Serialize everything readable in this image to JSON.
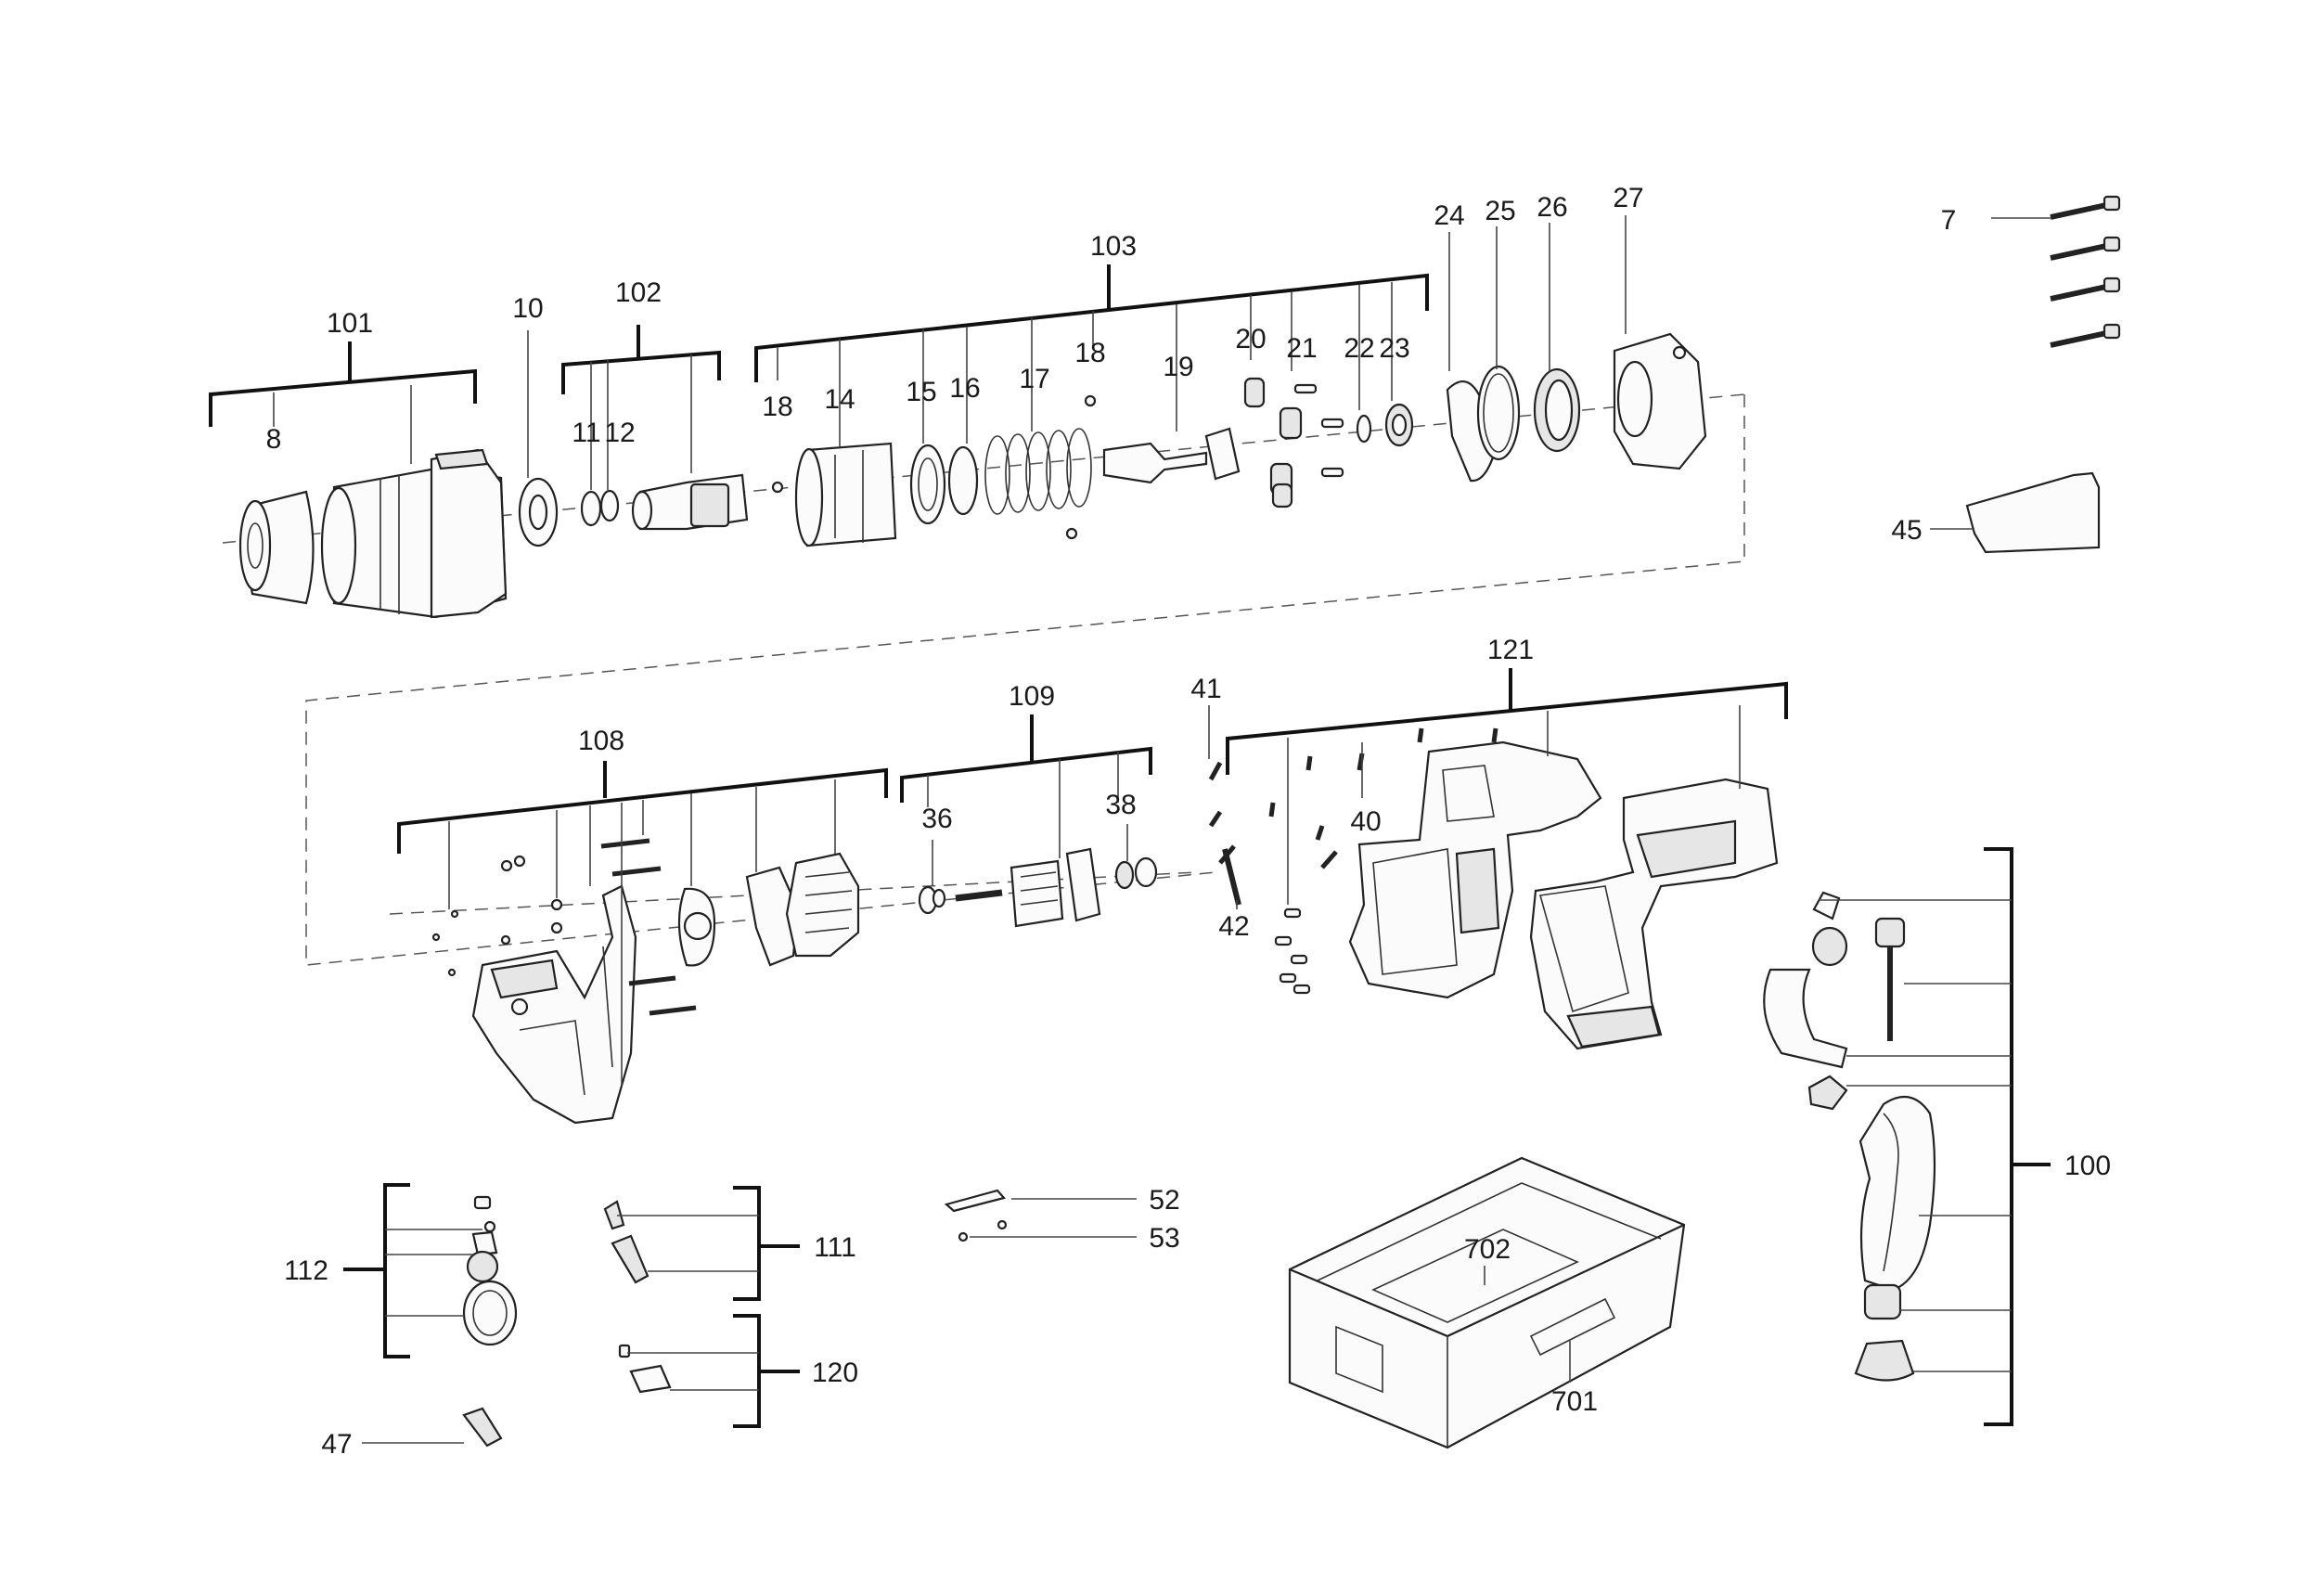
{
  "part_numbers": {
    "p7": "7",
    "p8": "8",
    "p10": "10",
    "p11": "11",
    "p12": "12",
    "p14": "14",
    "p15": "15",
    "p16": "16",
    "p17": "17",
    "p18a": "18",
    "p18b": "18",
    "p19": "19",
    "p20": "20",
    "p21": "21",
    "p22": "22",
    "p23": "23",
    "p24": "24",
    "p25": "25",
    "p26": "26",
    "p27": "27",
    "p36": "36",
    "p38": "38",
    "p40": "40",
    "p41": "41",
    "p42": "42",
    "p45": "45",
    "p47": "47",
    "p52": "52",
    "p53": "53",
    "p100": "100",
    "p101": "101",
    "p102": "102",
    "p103": "103",
    "p108": "108",
    "p109": "109",
    "p111": "111",
    "p112": "112",
    "p120": "120",
    "p121": "121",
    "p701": "701",
    "p702": "702"
  }
}
